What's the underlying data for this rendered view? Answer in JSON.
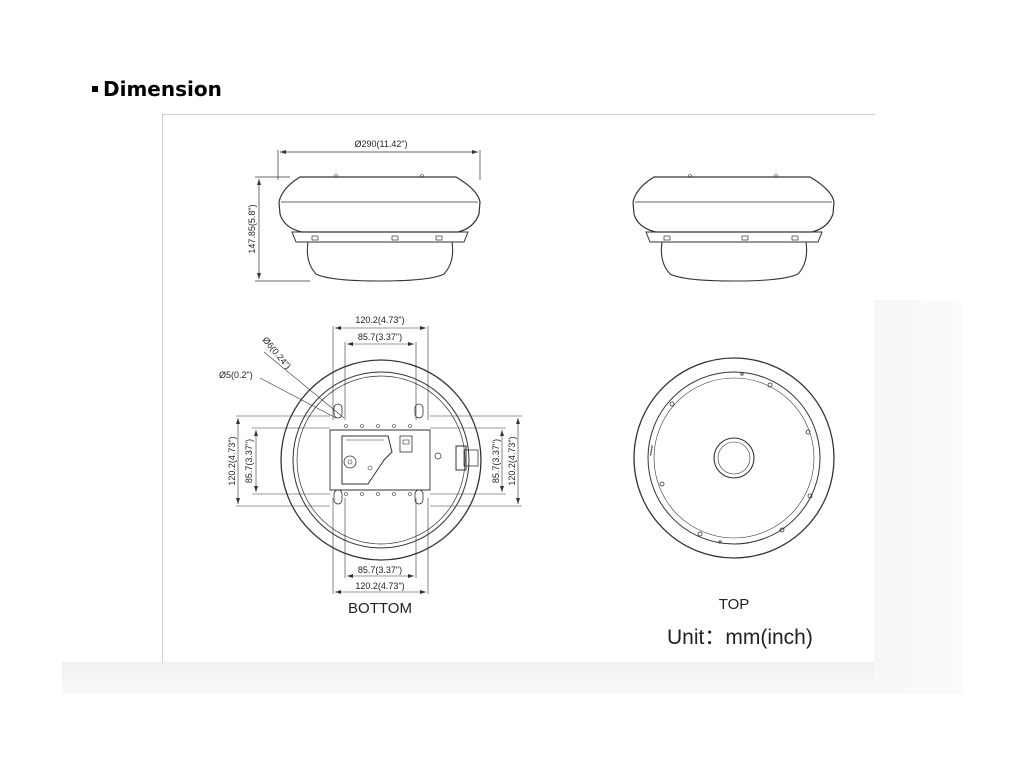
{
  "heading": {
    "title": "Dimension"
  },
  "side_view_left": {
    "width_label": "Ø290(11.42\")",
    "height_label": "147.85(5.8\")"
  },
  "bottom_view": {
    "top_outer": "120.2(4.73\")",
    "top_inner": "85.7(3.37\")",
    "bottom_inner": "85.7(3.37\")",
    "bottom_outer": "120.2(4.73\")",
    "left_outer": "120.2(4.73\")",
    "left_inner": "85.7(3.37\")",
    "right_inner": "85.7(3.37\")",
    "right_outer": "120.2(4.73\")",
    "hole_large": "Ø6(0.24\")",
    "hole_small": "Ø5(0.2\")",
    "caption": "BOTTOM"
  },
  "top_view": {
    "caption": "TOP",
    "unit_label": "Unit：mm(inch)"
  },
  "colors": {
    "line": "#333333",
    "text": "#222222"
  }
}
